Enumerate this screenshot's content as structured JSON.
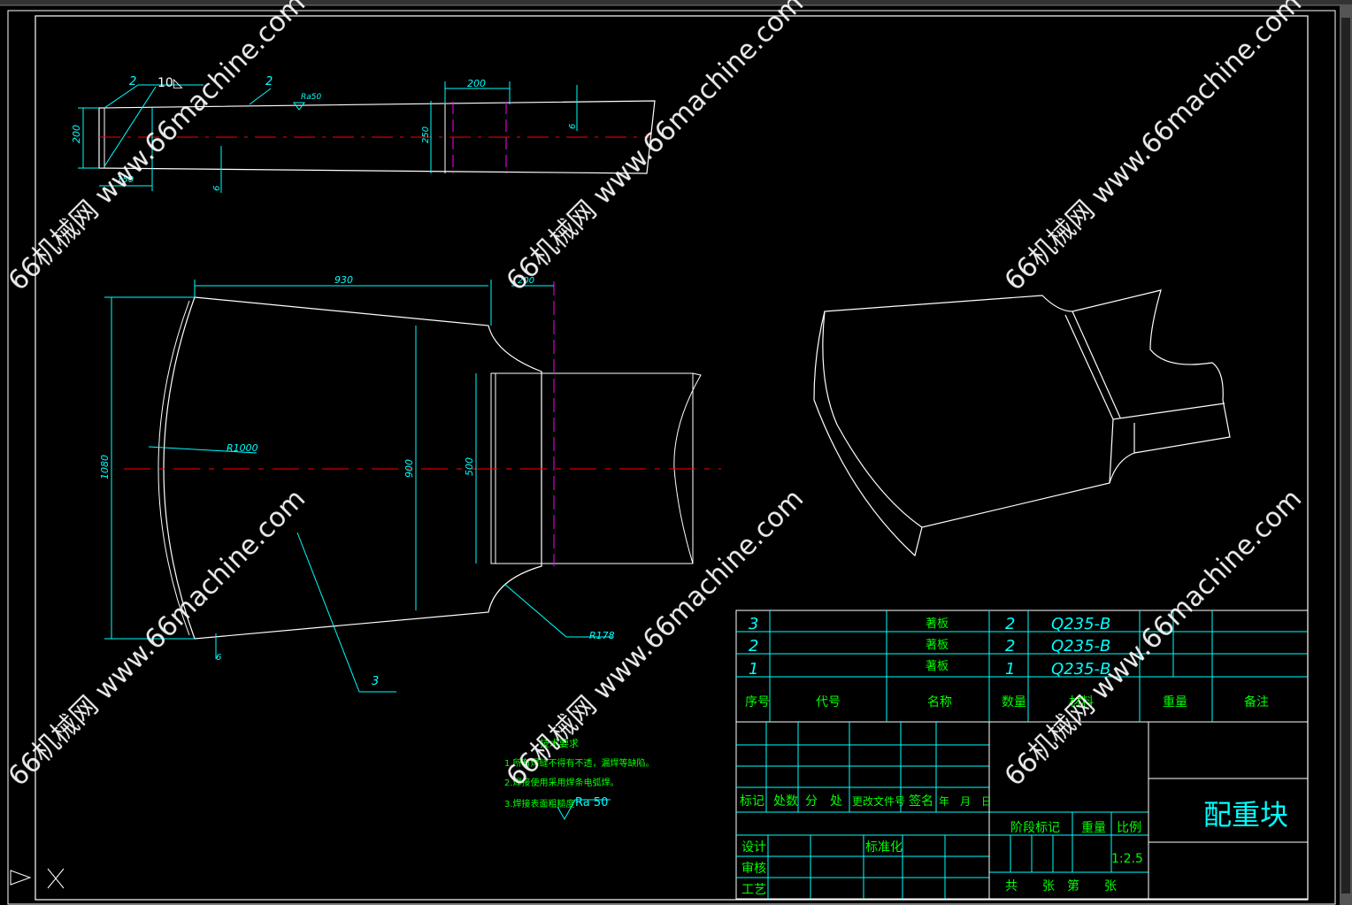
{
  "drawing": {
    "title": "配重块",
    "scale": "1:2.5"
  },
  "top_view": {
    "weld_callout_left": "2",
    "weld_symbol": "10◺",
    "weld_callout_right": "2",
    "roughness": "Ra50",
    "dim_width_200": "200",
    "dim_height_200": "200",
    "dim_250": "250",
    "dim_thickness": "6",
    "dim_thickness_2": "6",
    "dim_bottom": "150"
  },
  "front_view": {
    "dim_930": "930",
    "dim_top_right": "200",
    "dim_1080": "1080",
    "dim_900": "900",
    "dim_500": "500",
    "radius_r1000": "R1000",
    "radius_r178": "R178",
    "dim_6": "6",
    "part_callout": "3"
  },
  "notes": {
    "heading": "技术要求",
    "items": [
      "1.所有焊缝不得有不透，漏焊等缺陷。",
      "2.焊接使用采用焊条电弧焊。",
      "3.焊接表面粗糙度"
    ],
    "roughness_value": "Ra 50"
  },
  "bom": {
    "rows": [
      {
        "no": "3",
        "code": "",
        "name": "著板",
        "qty": "2",
        "material": "Q235-B"
      },
      {
        "no": "2",
        "code": "",
        "name": "著板",
        "qty": "2",
        "material": "Q235-B"
      },
      {
        "no": "1",
        "code": "",
        "name": "著板",
        "qty": "1",
        "material": "Q235-B"
      }
    ],
    "headers": {
      "no": "序号",
      "code": "代号",
      "name": "名称",
      "qty": "数量",
      "material": "材料",
      "weight": "重量",
      "remark": "备注"
    }
  },
  "title_block": {
    "labels": {
      "mark": "标记",
      "count": "处数",
      "zone": "分　处",
      "doc": "更改文件号",
      "sign": "签名",
      "date": "年　月　日",
      "design": "设计",
      "standard": "标准化",
      "check": "审核",
      "process": "工艺",
      "stage": "阶段标记",
      "weight": "重量",
      "ratio": "比例",
      "total": "共　　张　第　　张"
    }
  },
  "watermark": "66机械网 www.66machine.com",
  "colors": {
    "cyan": "#00ffff",
    "green": "#00ff00",
    "white": "#ffffff",
    "red": "#ff0000",
    "magenta": "#ff00ff",
    "background": "#000000"
  }
}
